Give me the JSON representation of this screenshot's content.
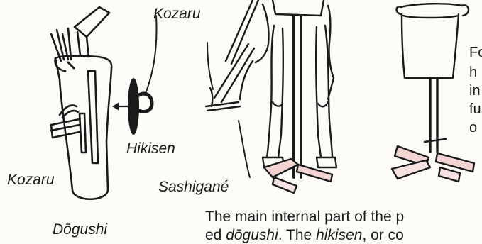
{
  "labels": {
    "kozaru_top": "Kozaru",
    "kozaru_left": "Kozaru",
    "hikisen": "Hikisen",
    "sashigane": "Sashigané",
    "dogushi": "Dōgushi"
  },
  "side_text": [
    "Fo",
    "h",
    "in",
    "fu",
    "o"
  ],
  "caption": {
    "line1": "The main internal part of the p",
    "line2_a": "ed ",
    "line2_b": "dōgushi",
    "line2_c": ". The ",
    "line2_d": "hikisen",
    "line2_e": ", or co"
  },
  "colors": {
    "ink": "#1a1a1a",
    "accent": "#e08a8a",
    "paper": "#fdfcf9"
  }
}
